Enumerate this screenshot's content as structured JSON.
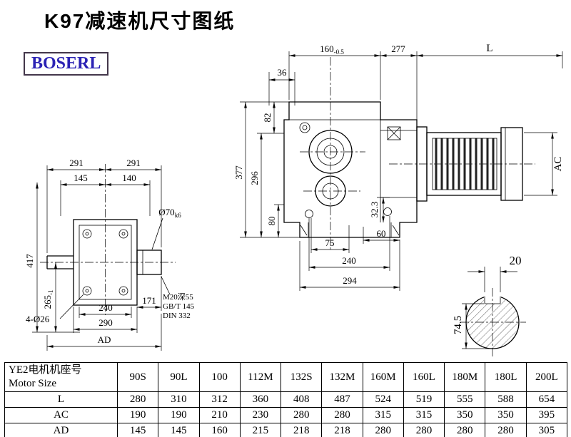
{
  "page": {
    "title": "K97减速机尺寸图纸",
    "logo": "BOSERL"
  },
  "dims": {
    "w160": {
      "main": "160",
      "sub": "-0.5"
    },
    "w277": "277",
    "wL": "L",
    "w36": "36",
    "h82": "82",
    "h377": "377",
    "h296": "296",
    "h80": "80",
    "h32_3": "32.3",
    "w75": "75",
    "w60": "60",
    "w240": "240",
    "w294": "294",
    "hAC": "AC",
    "sv291a": "291",
    "sv291b": "291",
    "sv145": "145",
    "sv140": "140",
    "shaft_dia": {
      "main": "Ø70",
      "sub": "k6"
    },
    "sv417": "417",
    "sv265": {
      "main": "265",
      "sub": "-1"
    },
    "sv240": "240",
    "sv171": "171",
    "holes": "4-Ø26",
    "sv290": "290",
    "svAD": "AD",
    "note_m20": "M20深55",
    "note_gbt": "GB/T 145",
    "note_din": "DIN 332",
    "key20": "20",
    "key74_5": "74.5"
  },
  "table": {
    "header_cn": "YE2电机机座号",
    "header_en": "Motor Size",
    "columns": [
      "90S",
      "90L",
      "100",
      "112M",
      "132S",
      "132M",
      "160M",
      "160L",
      "180M",
      "180L",
      "200L"
    ],
    "rows": [
      {
        "label": "L",
        "values": [
          280,
          310,
          312,
          360,
          408,
          487,
          524,
          519,
          555,
          588,
          654
        ]
      },
      {
        "label": "AC",
        "values": [
          190,
          190,
          210,
          230,
          280,
          280,
          315,
          315,
          350,
          350,
          395
        ]
      },
      {
        "label": "AD",
        "values": [
          145,
          145,
          160,
          215,
          218,
          218,
          280,
          280,
          280,
          280,
          305
        ]
      }
    ]
  }
}
